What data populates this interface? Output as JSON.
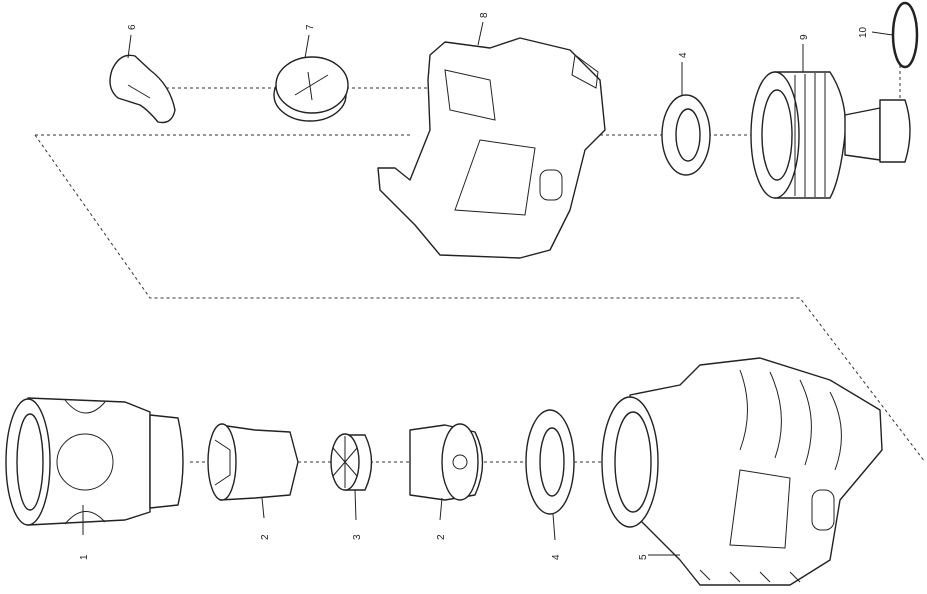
{
  "diagram": {
    "top_labels": {
      "p6": "6",
      "p7": "7",
      "p8": "8",
      "p4": "4",
      "p9": "9",
      "p10": "10"
    },
    "bottom_labels": {
      "p1": "1",
      "p2a": "2",
      "p3": "3",
      "p2b": "2",
      "p4": "4",
      "p5": "5"
    }
  }
}
